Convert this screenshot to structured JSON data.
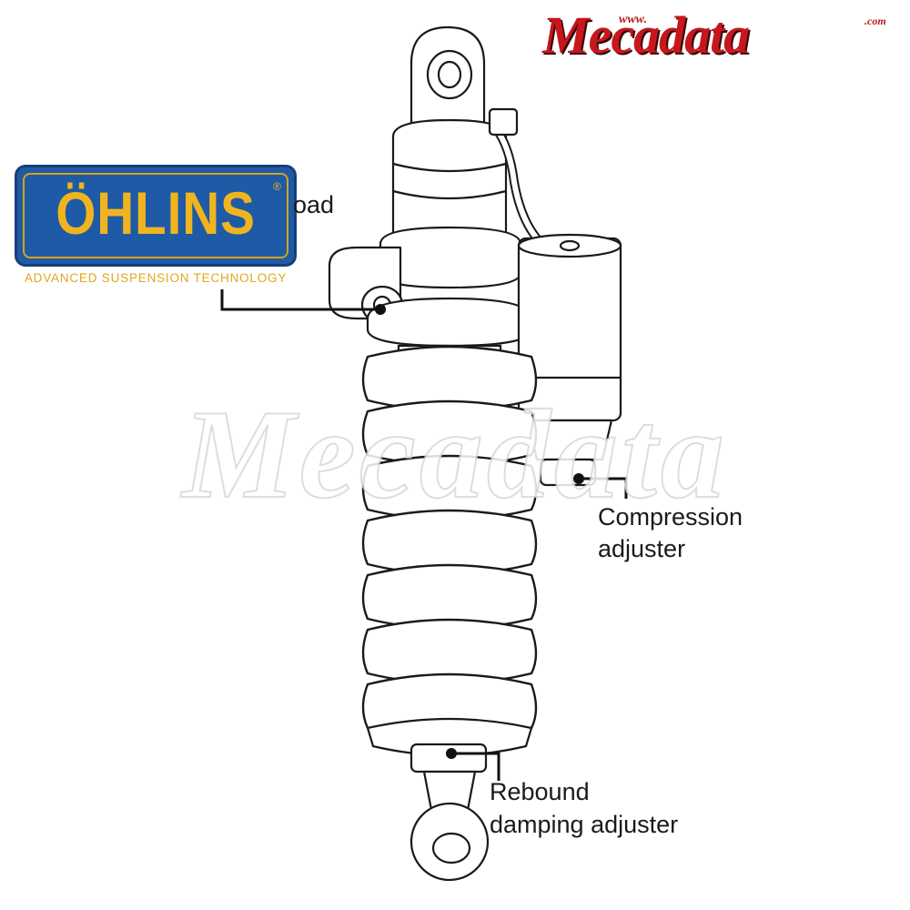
{
  "brand": {
    "www": "www.",
    "name": "Mecadata",
    "com": ".com"
  },
  "watermark": {
    "text": "Mecadata"
  },
  "logo": {
    "word": "ÖHLINS",
    "registered": "®",
    "tagline": "ADVANCED SUSPENSION TECHNOLOGY"
  },
  "labels": {
    "preload_partial": "oad",
    "compression_line1": "Compression",
    "compression_line2": "adjuster",
    "rebound_line1": "Rebound",
    "rebound_line2": "damping adjuster"
  },
  "colors": {
    "brand_red": "#c8161d",
    "logo_blue": "#1f5aa6",
    "logo_gold": "#f0b51e"
  }
}
